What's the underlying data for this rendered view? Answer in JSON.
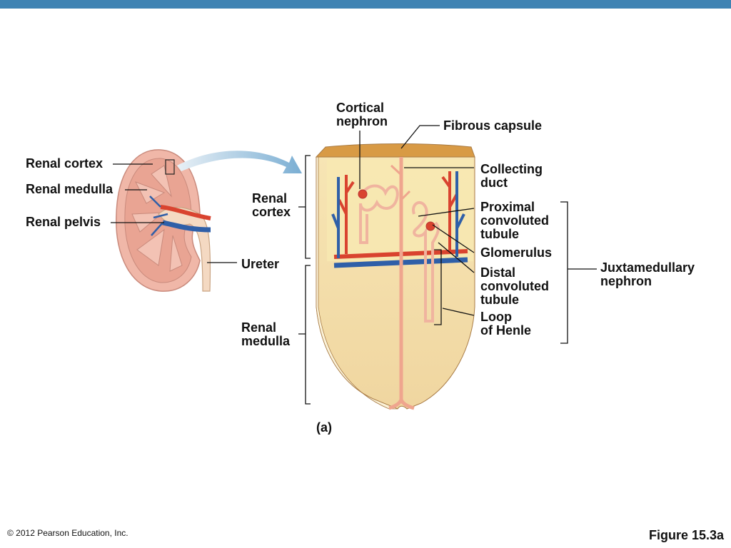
{
  "labels": {
    "renal_cortex_left": "Renal cortex",
    "renal_medulla_left": "Renal medulla",
    "renal_pelvis": "Renal pelvis",
    "ureter": "Ureter",
    "renal_cortex_bracket": "Renal\ncortex",
    "renal_medulla_bracket": "Renal\nmedulla",
    "cortical_nephron": "Cortical\nnephron",
    "fibrous_capsule": "Fibrous capsule",
    "collecting_duct": "Collecting\nduct",
    "proximal_convoluted_tubule": "Proximal\nconvoluted\ntubule",
    "glomerulus": "Glomerulus",
    "distal_convoluted_tubule": "Distal\nconvoluted\ntubule",
    "loop_of_henle": "Loop\nof Henle",
    "juxtamedullary_nephron": "Juxtamedullary\nnephron"
  },
  "panel_label": "(a)",
  "footer": {
    "copyright": "© 2012 Pearson Education, Inc.",
    "figure": "Figure 15.3a"
  },
  "colors": {
    "header_bar": "#3f83b3",
    "artery": "#d9432f",
    "vein": "#2f5fa8",
    "tubule": "#f6c7ae",
    "cortex": "#f6e4ad",
    "capsule": "#d89a45"
  }
}
